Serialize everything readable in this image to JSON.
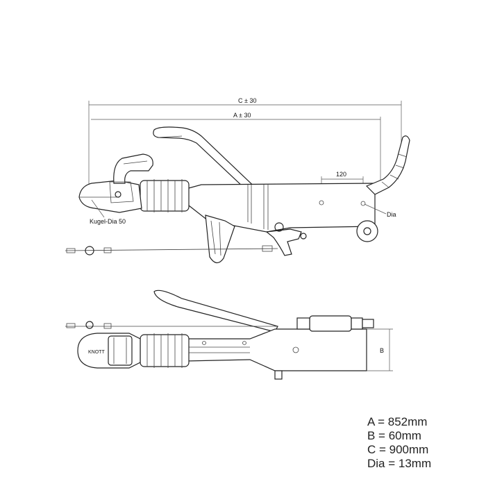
{
  "labels": {
    "dim_c": "C ± 30",
    "dim_a": "A ± 30",
    "dim_120": "120",
    "dia": "Dia",
    "ball": "Kugel-Dia 50",
    "dim_b": "B",
    "brand": "KNOTT"
  },
  "legend": [
    {
      "text": "A = 852mm"
    },
    {
      "text": "B = 60mm"
    },
    {
      "text": "C = 900mm"
    },
    {
      "text": "Dia = 13mm"
    }
  ]
}
